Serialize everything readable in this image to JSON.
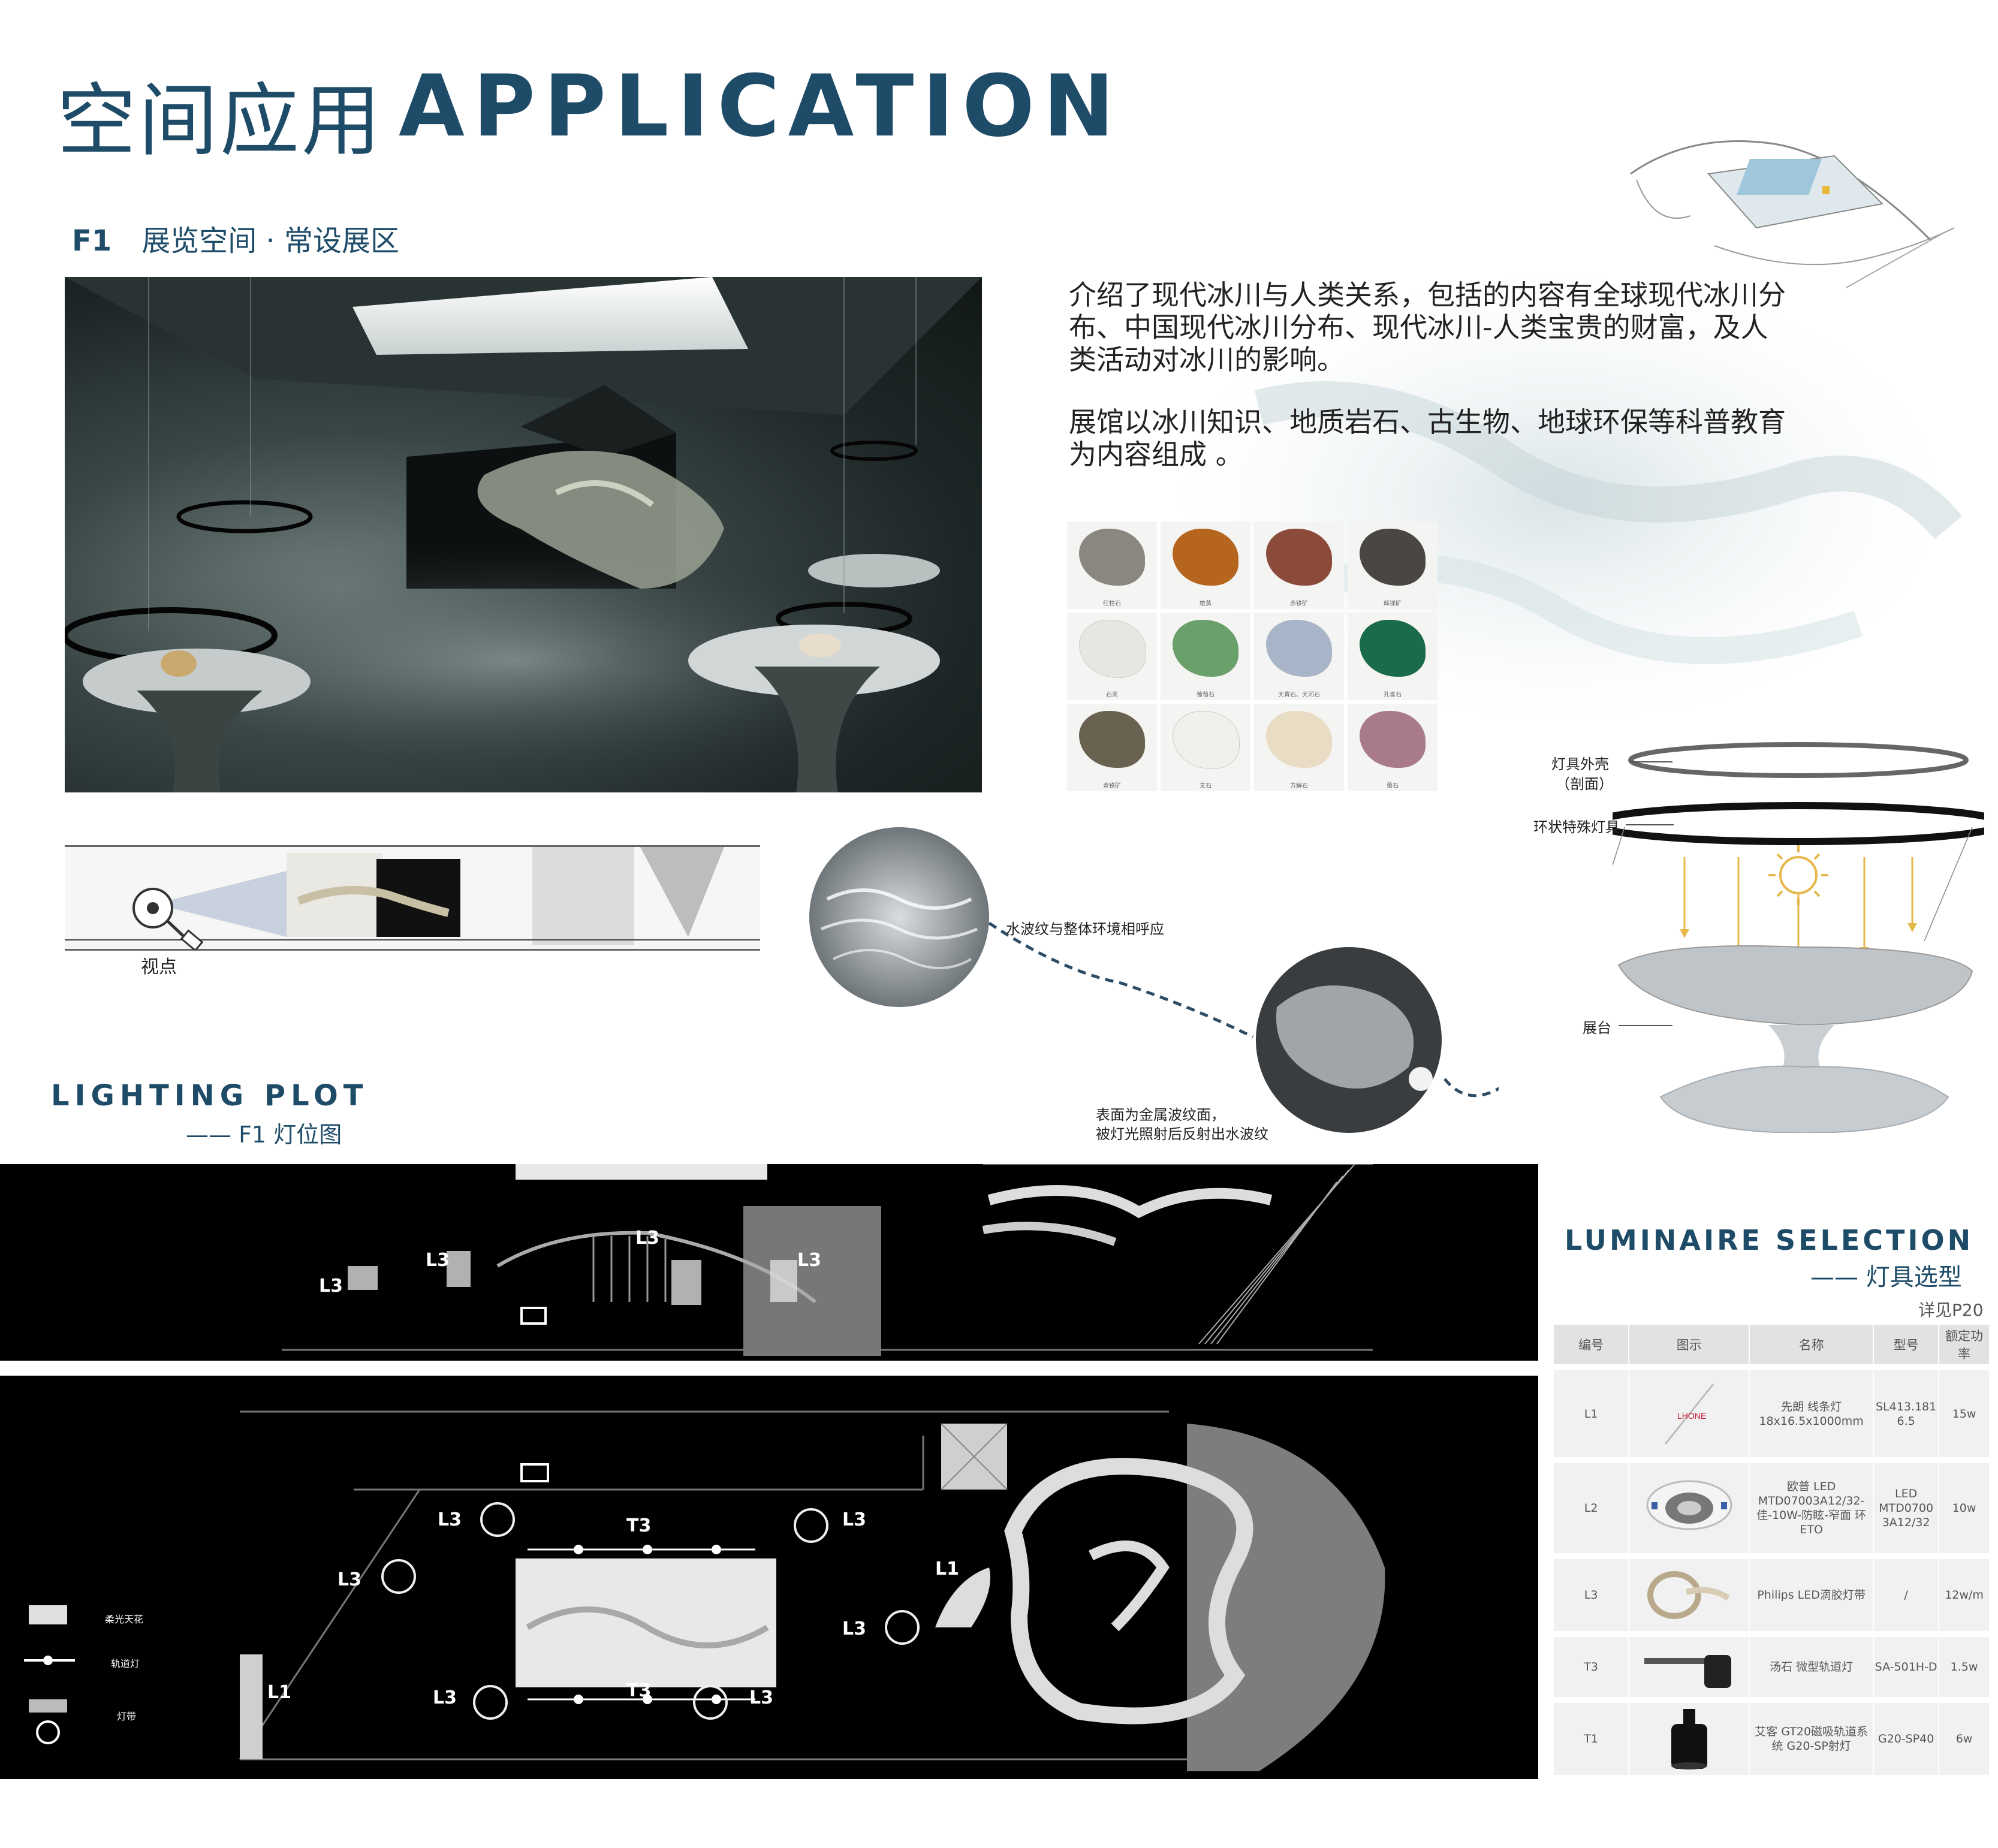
{
  "header": {
    "title_cn": "空间应用",
    "title_en": "APPLICATION"
  },
  "section": {
    "code": "F1",
    "name": "展览空间 · 常设展区"
  },
  "description": [
    "介绍了现代冰川与人类关系，包括的内容有全球现代冰川分布、中国现代冰川分布、现代冰川-人类宝贵的财富，及人类活动对冰川的影响。",
    "展馆以冰川知识、地质岩石、古生物、地球环保等科普教育为内容组成 。"
  ],
  "minerals": [
    {
      "caption": "红柱石",
      "color": "#8a8680"
    },
    {
      "caption": "雄黄",
      "color": "#b5651d"
    },
    {
      "caption": "赤铁矿",
      "color": "#8b4a3a"
    },
    {
      "caption": "辉锑矿",
      "color": "#4a4644"
    },
    {
      "caption": "石英",
      "color": "#e8e6e2"
    },
    {
      "caption": "葡萄石",
      "color": "#6aa06a"
    },
    {
      "caption": "天青石、天河石",
      "color": "#a8b4c8"
    },
    {
      "caption": "孔雀石",
      "color": "#1a6b4a"
    },
    {
      "caption": "黄铁矿",
      "color": "#6a6250"
    },
    {
      "caption": "文石",
      "color": "#f2f0ea"
    },
    {
      "caption": "方解石",
      "color": "#e8dcc4"
    },
    {
      "caption": "萤石",
      "color": "#a87a8a"
    }
  ],
  "fixture_labels": {
    "shell": "灯具外壳",
    "shell_note": "（剖面）",
    "ring": "环状特殊灯具",
    "platform": "展台"
  },
  "water_labels": {
    "ripple": "水波纹与整体环境相呼应",
    "metal_1": "表面为金属波纹面，",
    "metal_2": "被灯光照射后反射出水波纹"
  },
  "viewpoint": "视点",
  "lighting_plot": {
    "title": "LIGHTING PLOT",
    "subtitle": "—— F1  灯位图"
  },
  "elevation_labels": [
    "L3",
    "L3",
    "L3",
    "L3"
  ],
  "plan_labels": {
    "l3": "L3",
    "t3": "T3",
    "l1": "L1"
  },
  "legend": [
    {
      "label": "柔光天花"
    },
    {
      "label": "轨道灯"
    },
    {
      "label": "灯带"
    },
    {
      "label": ""
    }
  ],
  "luminaire": {
    "title": "LUMINAIRE SELECTION",
    "subtitle": "—— 灯具选型",
    "note": "详见P20",
    "headers": [
      "编号",
      "图示",
      "名称",
      "型号",
      "额定功率"
    ],
    "rows": [
      {
        "code": "L1",
        "name": "先朗 线条灯 18x16.5x1000mm",
        "model": "SL413.181 6.5",
        "power": "15w",
        "icon": "line-light"
      },
      {
        "code": "L2",
        "name": "欧普 LED MTD07003A12/32-佳-10W-防眩-窄面 环ETO",
        "model": "LED MTD0700 3A12/32",
        "power": "10w",
        "icon": "downlight"
      },
      {
        "code": "L3",
        "name": "Philips LED滴胶灯带",
        "model": "/",
        "power": "12w/m",
        "icon": "led-strip"
      },
      {
        "code": "T3",
        "name": "汤石 微型轨道灯",
        "model": "SA-501H-D",
        "power": "1.5w",
        "icon": "track-light"
      },
      {
        "code": "T1",
        "name": "艾客 GT20磁吸轨道系统 G20-SP射灯",
        "model": "G20-SP40",
        "power": "6w",
        "icon": "spot-light"
      }
    ]
  }
}
